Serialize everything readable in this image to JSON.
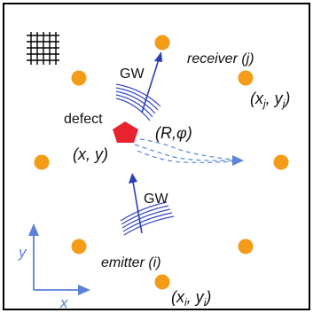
{
  "colors": {
    "node": "#F49B17",
    "defect": "#E8232F",
    "gw_arrow": "#2B3FB5",
    "gw_waves": "#3A4BC4",
    "scatter": "#5B86D9",
    "axes": "#5A80D8",
    "border": "#000000"
  },
  "icons": {
    "grid": "grid-icon",
    "defect": "pentagon-defect-icon"
  },
  "labels": {
    "gw_top": "GW",
    "gw_bottom": "GW",
    "receiver": "receiver (j)",
    "receiver_coords": "(x_j, y_j)",
    "defect": "defect",
    "defect_coords": "(x, y)",
    "polar": "(R,φ)",
    "emitter": "emitter (i)",
    "emitter_coords": "(x_i, y_i)",
    "axis_x": "x",
    "axis_y": "y"
  }
}
